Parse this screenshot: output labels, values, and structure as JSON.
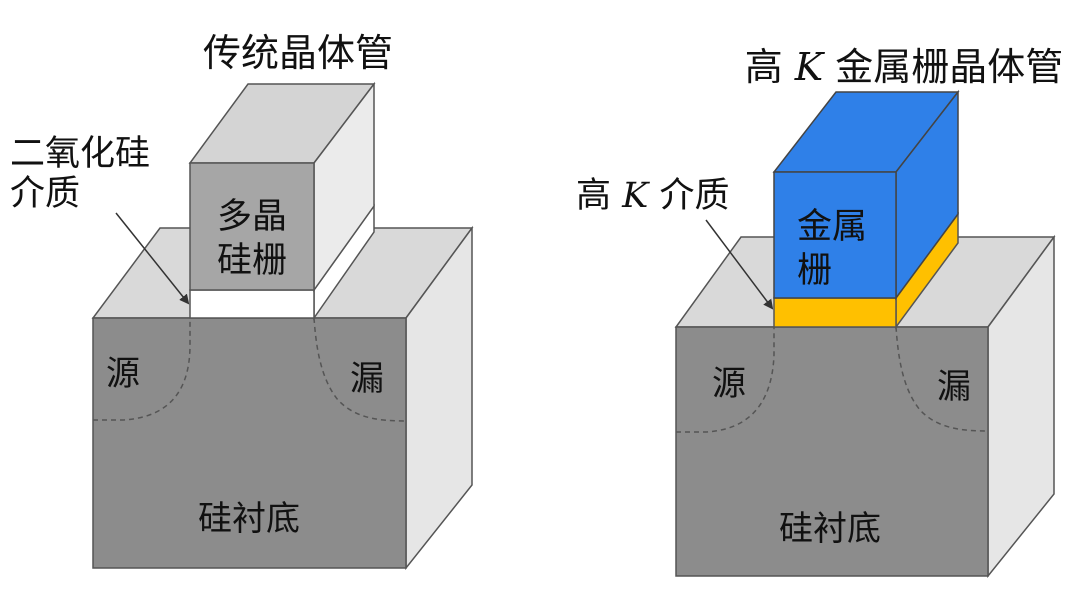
{
  "left": {
    "title": "传统晶体管",
    "dielectric_label_line1": "二氧化硅",
    "dielectric_label_line2": "介质",
    "gate_label_line1": "多晶",
    "gate_label_line2": "硅栅",
    "source": "源",
    "drain": "漏",
    "substrate": "硅衬底"
  },
  "right": {
    "title_prefix": "高",
    "title_k": "K",
    "title_suffix": "金属栅晶体管",
    "dielectric_prefix": "高",
    "dielectric_k": "K",
    "dielectric_suffix": "介质",
    "gate_label_line1": "金属",
    "gate_label_line2": "栅",
    "source": "源",
    "drain": "漏",
    "substrate": "硅衬底"
  },
  "colors": {
    "substrate_front": "#8c8c8c",
    "substrate_top": "#d9d9d9",
    "substrate_side": "#e6e6e6",
    "poly_gate_front": "#a6a6a6",
    "poly_gate_top": "#d4d4d4",
    "poly_gate_side": "#ebebeb",
    "oxide": "#ffffff",
    "metal_gate": "#2f80e8",
    "high_k": "#ffc000",
    "outline": "#555555",
    "doping_line": "#555555"
  }
}
